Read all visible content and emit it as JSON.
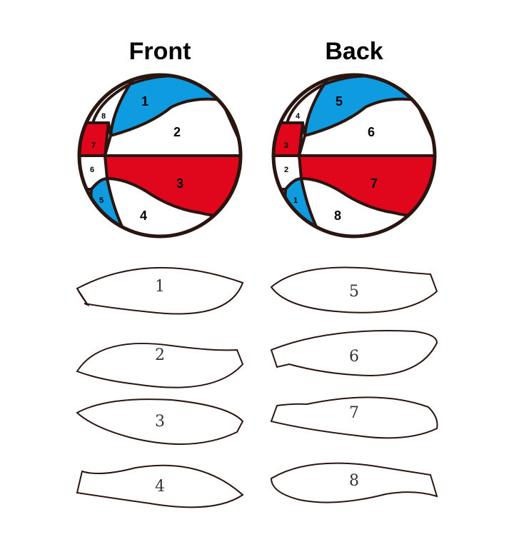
{
  "front": {
    "title": "Front",
    "panels": [
      {
        "label": "1",
        "color": "blue"
      },
      {
        "label": "2",
        "color": "white"
      },
      {
        "label": "3",
        "color": "red"
      },
      {
        "label": "4",
        "color": "white"
      },
      {
        "label": "5",
        "color": "blue"
      },
      {
        "label": "6",
        "color": "white"
      },
      {
        "label": "7",
        "color": "red"
      },
      {
        "label": "8",
        "color": "white"
      }
    ]
  },
  "back": {
    "title": "Back",
    "panels": [
      {
        "label": "5",
        "color": "blue"
      },
      {
        "label": "6",
        "color": "white"
      },
      {
        "label": "7",
        "color": "red"
      },
      {
        "label": "8",
        "color": "white"
      },
      {
        "label": "1",
        "color": "blue"
      },
      {
        "label": "2",
        "color": "white"
      },
      {
        "label": "3",
        "color": "red"
      },
      {
        "label": "4",
        "color": "white"
      }
    ]
  },
  "pieces": {
    "left_column": [
      "1",
      "2",
      "3",
      "4"
    ],
    "right_column": [
      "5",
      "6",
      "7",
      "8"
    ]
  },
  "colors": {
    "blue": "#0f9be0",
    "red": "#e0061b",
    "white": "#ffffff",
    "outline": "#2a1510"
  }
}
